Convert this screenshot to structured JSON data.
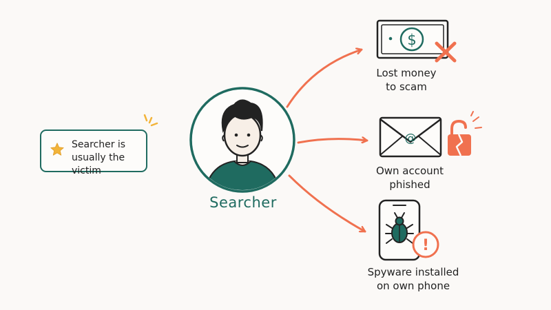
{
  "center": {
    "label": "Searcher"
  },
  "note": {
    "line1": "Searcher is",
    "line2": "usually the victim"
  },
  "outcomes": [
    {
      "line1": "Lost money",
      "line2": "to scam",
      "icon": "money-bill-icon",
      "badge": "x-mark-icon"
    },
    {
      "line1": "Own account",
      "line2": "phished",
      "icon": "envelope-icon",
      "badge": "broken-lock-icon"
    },
    {
      "line1": "Spyware installed",
      "line2": "on own phone",
      "icon": "phone-icon",
      "badge": "alert-icon"
    }
  ],
  "bill_symbol": "$",
  "envelope_symbol": "@",
  "alert_symbol": "!",
  "colors": {
    "teal": "#1f6b60",
    "coral": "#f0714f",
    "star": "#f2b43a",
    "ink": "#222222"
  }
}
